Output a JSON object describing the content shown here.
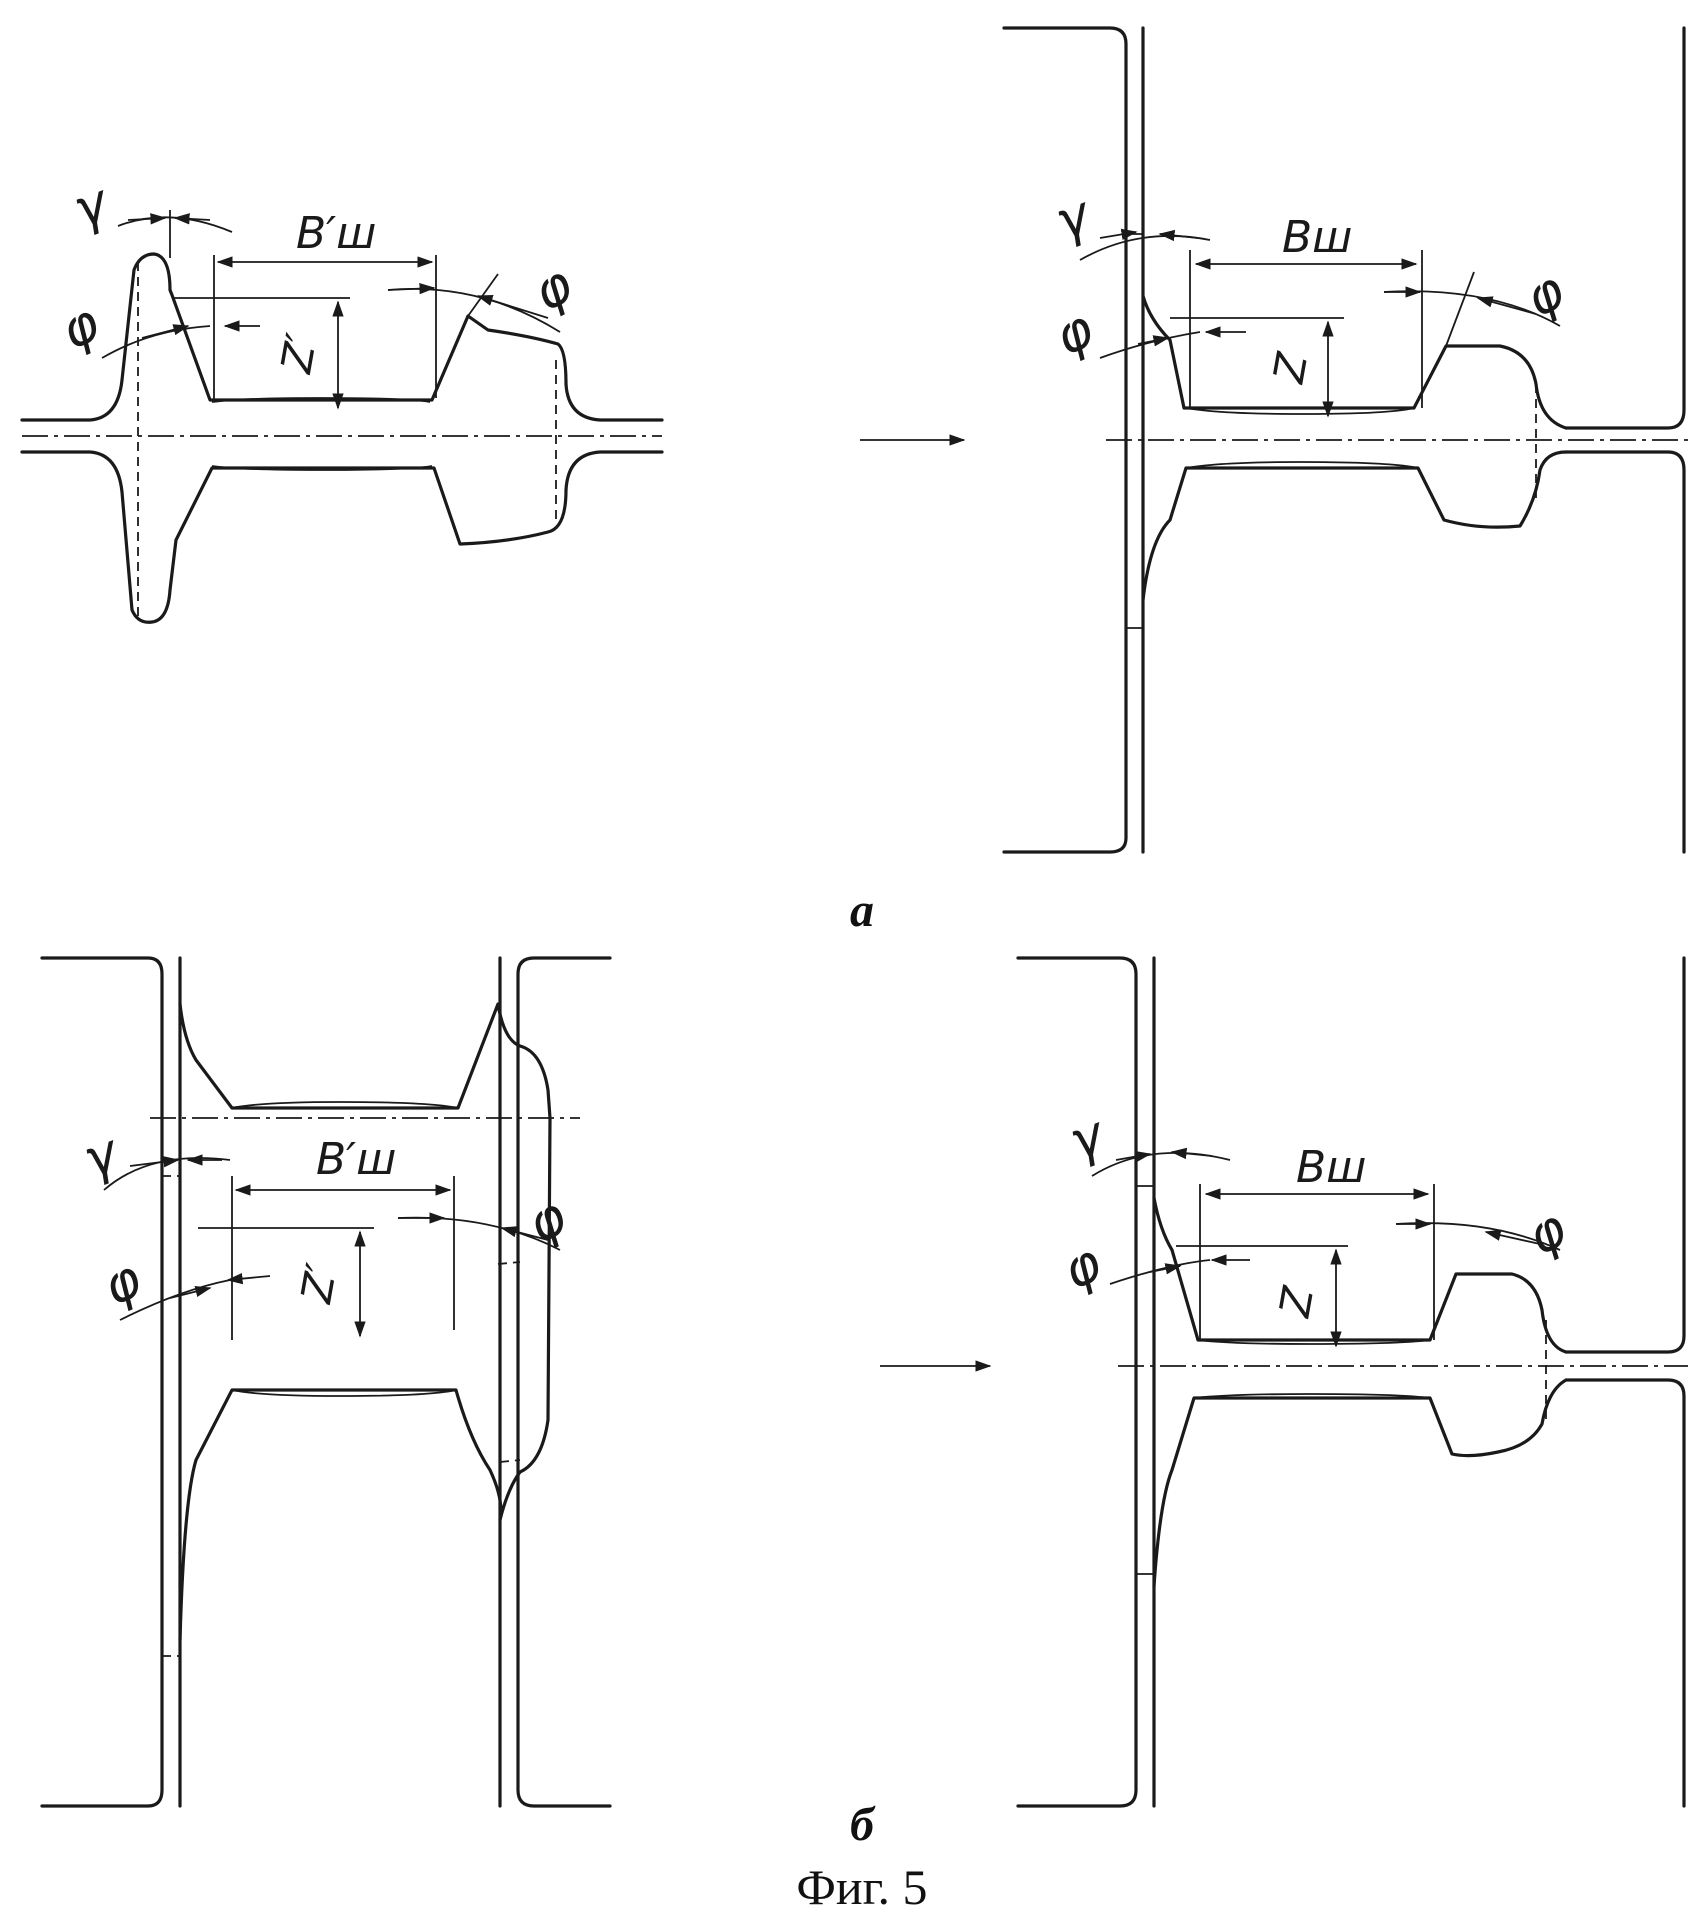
{
  "figure": {
    "caption": "Фиг. 5",
    "subfigure_a": "а",
    "subfigure_b": "б"
  },
  "labels": {
    "gamma": "γ",
    "phi": "φ",
    "B_prime": "B′ш",
    "B": "Bш",
    "Z_prime": "Z′",
    "Z": "Z"
  }
}
